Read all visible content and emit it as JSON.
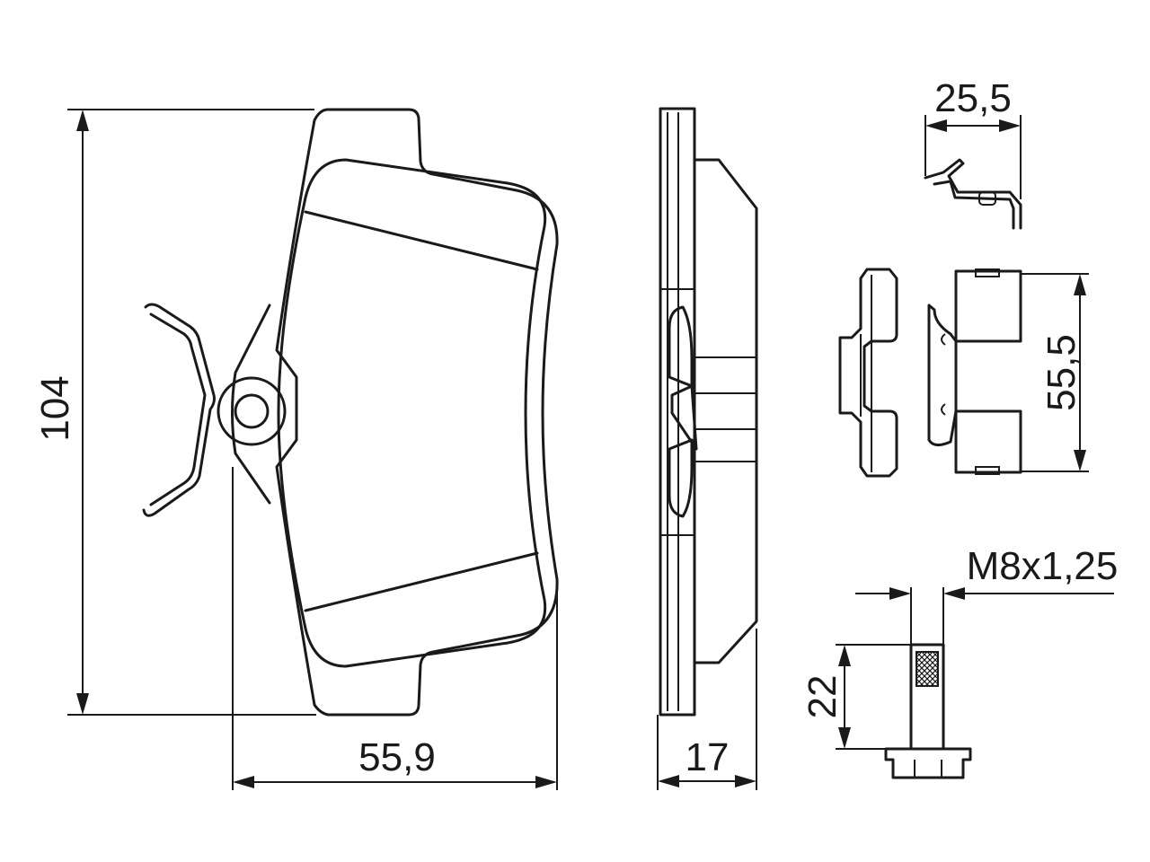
{
  "dimensions": {
    "height": "104",
    "width": "55,9",
    "thickness": "17",
    "clip_width": "25,5",
    "pad_height": "55,5",
    "thread": "M8x1,25",
    "bolt_length": "22"
  }
}
